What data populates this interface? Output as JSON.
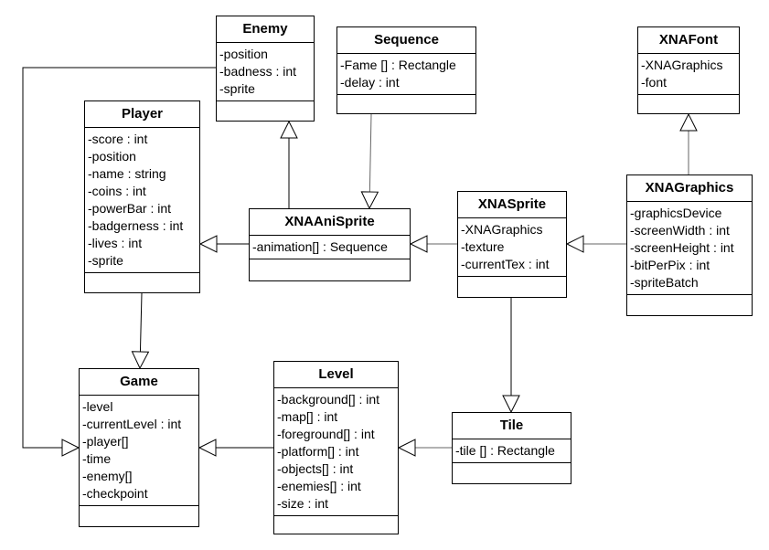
{
  "classes": {
    "enemy": {
      "name": "Enemy",
      "attributes": [
        "-position",
        "-badness : int",
        "-sprite"
      ]
    },
    "sequence": {
      "name": "Sequence",
      "attributes": [
        "-Fame [] : Rectangle",
        "-delay : int"
      ]
    },
    "xnafont": {
      "name": "XNAFont",
      "attributes": [
        "-XNAGraphics",
        "-font"
      ]
    },
    "player": {
      "name": "Player",
      "attributes": [
        "-score : int",
        "-position",
        "-name : string",
        "-coins : int",
        "-powerBar : int",
        "-badgerness : int",
        "-lives : int",
        "-sprite"
      ]
    },
    "xnaanisprite": {
      "name": "XNAAniSprite",
      "attributes": [
        "-animation[] : Sequence"
      ]
    },
    "xnasprite": {
      "name": "XNASprite",
      "attributes": [
        "-XNAGraphics",
        "-texture",
        "-currentTex : int"
      ]
    },
    "xnagraphics": {
      "name": "XNAGraphics",
      "attributes": [
        "-graphicsDevice",
        "-screenWidth : int",
        "-screenHeight : int",
        "-bitPerPix : int",
        "-spriteBatch"
      ]
    },
    "game": {
      "name": "Game",
      "attributes": [
        "-level",
        "-currentLevel : int",
        "-player[]",
        "-time",
        "-enemy[]",
        "-checkpoint"
      ]
    },
    "level": {
      "name": "Level",
      "attributes": [
        "-background[] : int",
        "-map[] : int",
        "-foreground[] : int",
        "-platform[] : int",
        "-objects[] : int",
        "-enemies[] : int",
        "-size : int"
      ]
    },
    "tile": {
      "name": "Tile",
      "attributes": [
        "-tile [] : Rectangle"
      ]
    }
  },
  "relations": [
    {
      "from": "xnaanisprite",
      "to": "enemy",
      "type": "generalization"
    },
    {
      "from": "xnaanisprite",
      "to": "player",
      "type": "generalization"
    },
    {
      "from": "sequence",
      "to": "xnaanisprite",
      "type": "generalization"
    },
    {
      "from": "xnasprite",
      "to": "xnaanisprite",
      "type": "generalization"
    },
    {
      "from": "xnagraphics",
      "to": "xnafont",
      "type": "generalization"
    },
    {
      "from": "xnagraphics",
      "to": "xnasprite",
      "type": "generalization"
    },
    {
      "from": "xnasprite",
      "to": "tile",
      "type": "generalization"
    },
    {
      "from": "player",
      "to": "game",
      "type": "generalization"
    },
    {
      "from": "enemy",
      "to": "game",
      "type": "generalization"
    },
    {
      "from": "level",
      "to": "game",
      "type": "generalization"
    },
    {
      "from": "tile",
      "to": "level",
      "type": "generalization"
    }
  ]
}
